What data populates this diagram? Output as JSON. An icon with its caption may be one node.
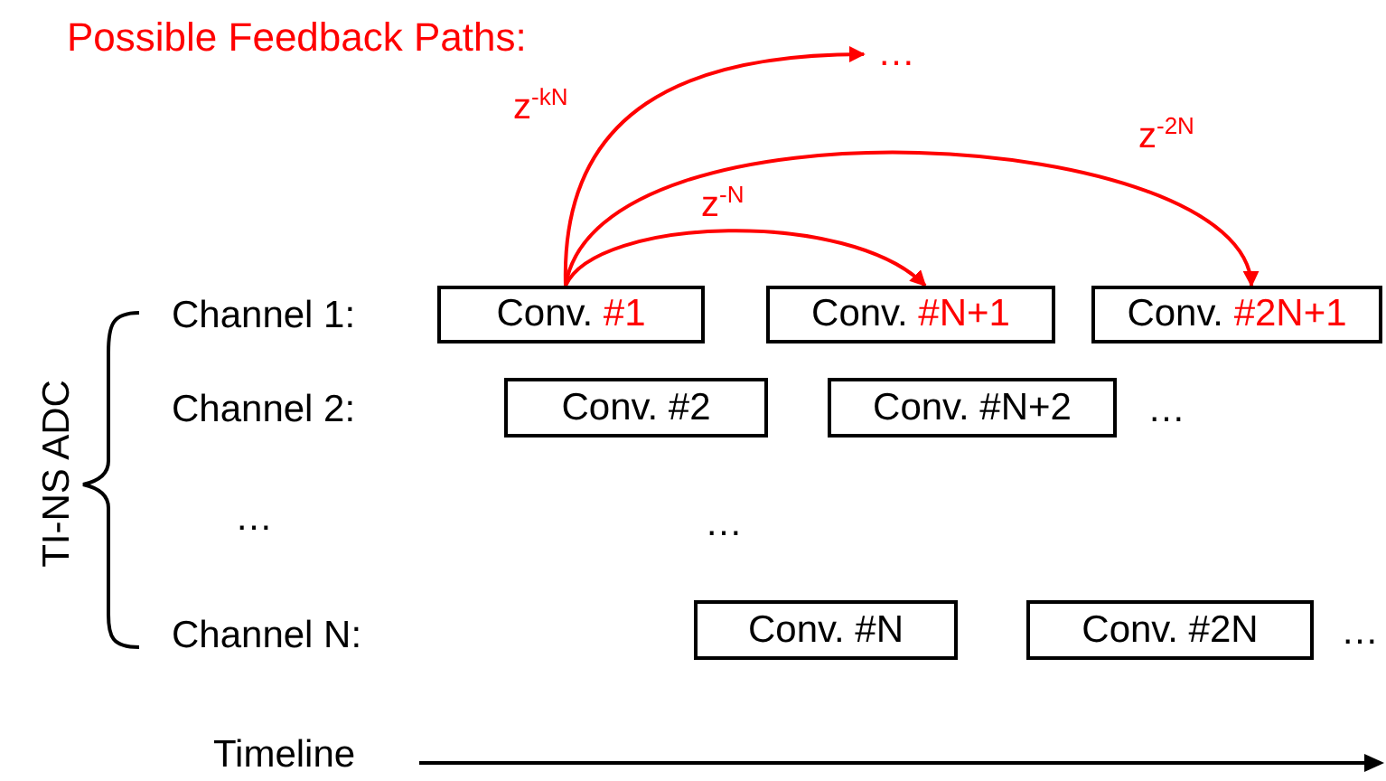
{
  "diagram": {
    "title": "Possible Feedback Paths:",
    "nodes": [
      {
        "text": [
          "Conv. #1"
        ]
      },
      {
        "text": [
          "Conv. #N+1"
        ]
      },
      {
        "text": [
          "Conv. #2N+1"
        ]
      },
      {
        "text": [
          "Conv. #2"
        ]
      },
      {
        "text": [
          "Conv. #N+2"
        ]
      },
      {
        "text": [
          "Conv. #N"
        ]
      },
      {
        "text": [
          "Conv. #2N"
        ]
      },
      {
        "text": [
          "…"
        ]
      }
    ],
    "edges": [
      {
        "from": 0,
        "to": 1,
        "arrow": "to",
        "label": "z$^{-N}$"
      },
      {
        "from": 0,
        "to": 2,
        "arrow": "to",
        "label": "z$^{-2N}$"
      },
      {
        "from": 0,
        "to": 7,
        "arrow": "to",
        "label": "z$^{-kN}$"
      }
    ],
    "labels": [
      "Channel 1:",
      "Channel 2:",
      "…",
      "…",
      "…",
      "Channel N:",
      "…",
      "TI-NS ADC",
      "Timeline"
    ]
  }
}
